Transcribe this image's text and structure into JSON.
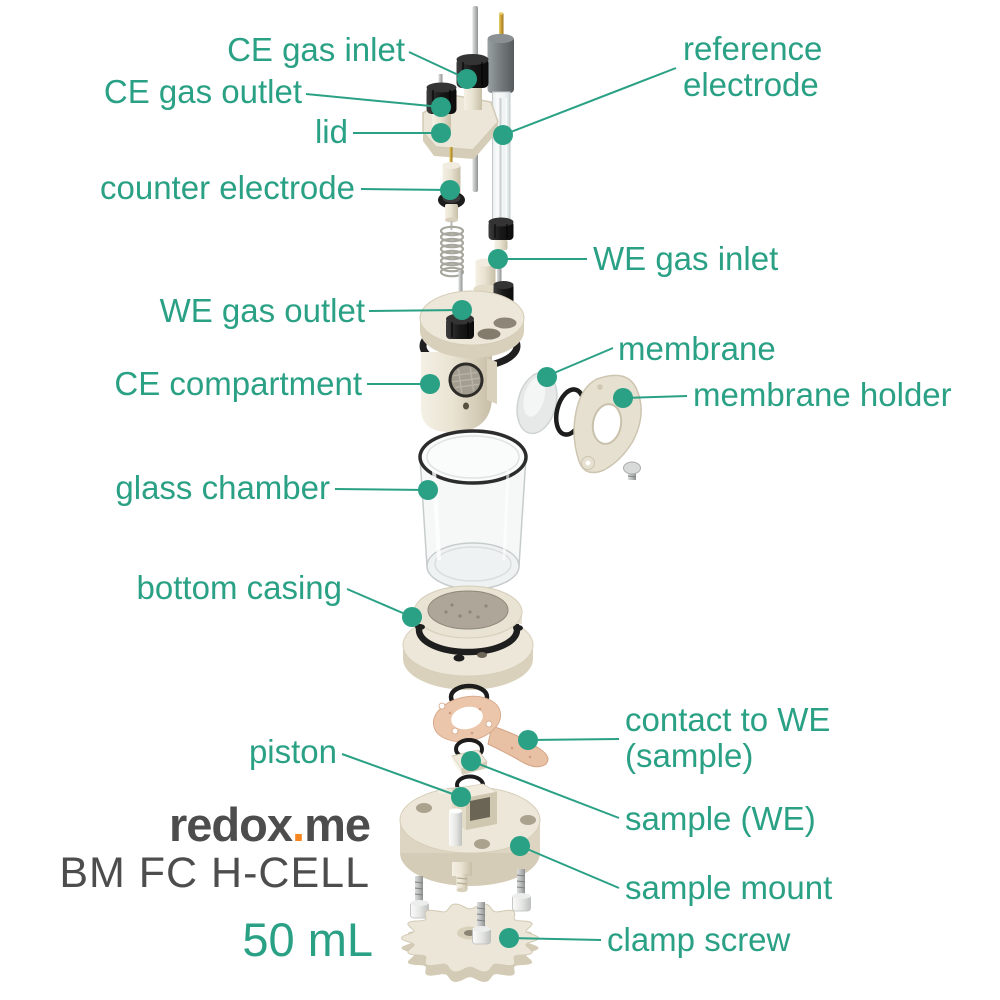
{
  "figure": {
    "type": "exploded-assembly-diagram",
    "product": {
      "brand_word1": "redox",
      "brand_dot": ".",
      "brand_word2": "me",
      "model": "BM FC H-CELL",
      "capacity": "50 mL"
    },
    "callouts": {
      "ce_gas_inlet": "CE gas inlet",
      "ce_gas_outlet": "CE gas outlet",
      "lid": "lid",
      "counter_electrode": "counter electrode",
      "reference_electrode": "reference\nelectrode",
      "we_gas_inlet": "WE gas inlet",
      "we_gas_outlet": "WE gas outlet",
      "ce_compartment": "CE compartment",
      "membrane": "membrane",
      "membrane_holder": "membrane holder",
      "glass_chamber": "glass chamber",
      "bottom_casing": "bottom casing",
      "contact_to_we": "contact to WE\n(sample)",
      "piston": "piston",
      "sample_we": "sample (WE)",
      "sample_mount": "sample mount",
      "clamp_screw": "clamp screw"
    },
    "colors": {
      "accent": "#2aa185",
      "brand_text": "#4d4d4d",
      "brand_dot_orange": "#f6871f",
      "background": "#ffffff"
    }
  }
}
